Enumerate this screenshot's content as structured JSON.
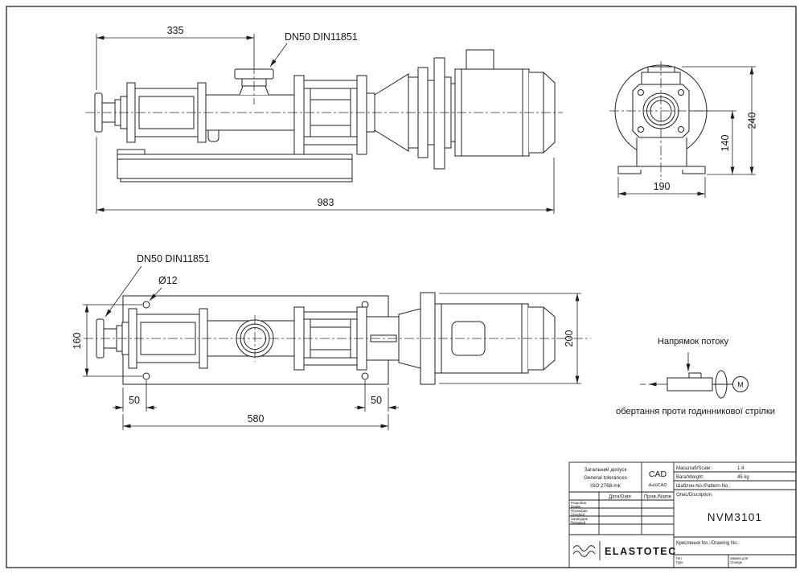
{
  "page": {
    "background": "#ffffff",
    "line_color": "#1f1f1f"
  },
  "drawing": {
    "side_view": {
      "dim_port_position": "335",
      "port_label": "DN50 DIN11851",
      "dim_total_length": "983"
    },
    "end_view": {
      "dim_total_height": "240",
      "dim_axis_height": "140",
      "dim_feet_width": "190"
    },
    "plan_view": {
      "port_label": "DN50 DIN11851",
      "hole_label": "Ø12",
      "dim_plate_width": "160",
      "dim_hole_offset_left": "50",
      "dim_hole_offset_right": "50",
      "dim_plate_length": "580",
      "dim_drive_width": "200"
    },
    "flow_note": {
      "title": "Напрямок потоку",
      "caption": "обертання проти годинникової стрілки",
      "motor_symbol": "M"
    }
  },
  "title_block": {
    "tolerance_line1": "Загальний допуск",
    "tolerance_line2": "General tolerances",
    "tolerance_line3": "ISO 2768-mk",
    "cad_line1": "CAD",
    "cad_line2": "AutoCAD",
    "col_date": "Дата/Date",
    "col_name": "Прізв./Name",
    "row_drawn_l1": "Розробив",
    "row_drawn_l2": "Drawn",
    "row_checked_l1": "Перевірив",
    "row_checked_l2": "Checked",
    "row_released_l1": "Затвердив",
    "row_released_l2": "Released",
    "scale_label": "Масштаб/Scale:",
    "scale_value": "1:4",
    "weight_label": "Вага/Weight:",
    "weight_value": "45 kg",
    "pattern_label": "Шаблон-No./Pattern-No.:",
    "desc_label": "Опис/Discription",
    "description": "NVM3101",
    "drawing_no_label": "Креслення No.:/Drawing No.:",
    "type_l1": "Тип",
    "type_l2": "Type",
    "change_l1": "Заміна для",
    "change_l2": "Change",
    "brand": "ELASTOTEC"
  }
}
